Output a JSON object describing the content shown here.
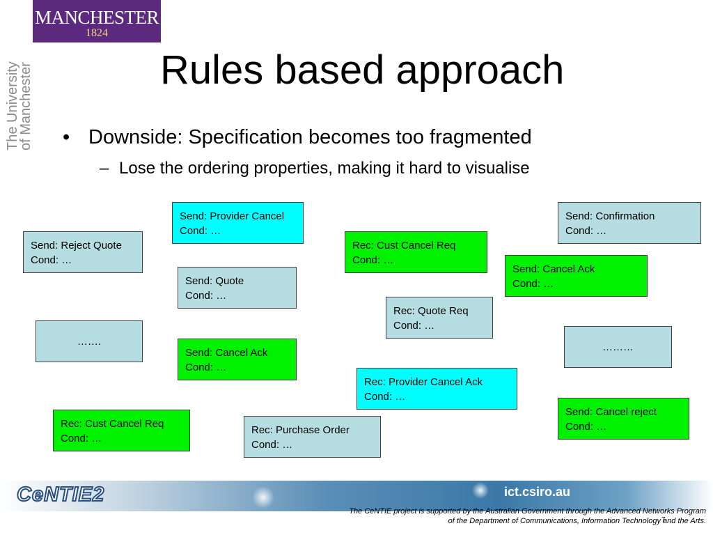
{
  "logo": {
    "name": "MANCHESTER",
    "year": "1824"
  },
  "vertical_text": {
    "line1": "The University",
    "line2": "of Manchester"
  },
  "slide": {
    "title": "Rules based approach",
    "bullet_symbol": "•",
    "bullet1": "Downside: Specification becomes too fragmented",
    "dash_symbol": "–",
    "bullet2": "Lose the ordering properties, making it hard to visualise"
  },
  "boxes": {
    "send_provider_cancel": {
      "line1": "Send: Provider Cancel",
      "line2": "Cond: …"
    },
    "send_confirmation": {
      "line1": "Send: Confirmation",
      "line2": "Cond: …"
    },
    "send_reject_quote": {
      "line1": "Send: Reject Quote",
      "line2": "Cond: …"
    },
    "rec_cust_cancel_req_top": {
      "line1": "Rec: Cust Cancel Req",
      "line2": "Cond: …"
    },
    "send_cancel_ack_right": {
      "line1": "Send: Cancel Ack",
      "line2": "Cond: …"
    },
    "send_quote": {
      "line1": "Send: Quote",
      "line2": "Cond: …"
    },
    "rec_quote_req": {
      "line1": "Rec: Quote Req",
      "line2": "Cond: …"
    },
    "ellipsis_left": {
      "text": "……."
    },
    "ellipsis_right": {
      "text": "………"
    },
    "send_cancel_ack_mid": {
      "line1": "Send: Cancel Ack",
      "line2": "Cond: …"
    },
    "rec_provider_cancel_ack": {
      "line1": "Rec: Provider Cancel Ack",
      "line2": "Cond: …"
    },
    "send_cancel_reject": {
      "line1": "Send: Cancel reject",
      "line2": "Cond: …"
    },
    "rec_cust_cancel_req_bottom": {
      "line1": "Rec: Cust Cancel Req",
      "line2": "Cond: …"
    },
    "rec_purchase_order": {
      "line1": "Rec: Purchase Order",
      "line2": "Cond: …"
    }
  },
  "footer": {
    "brand": "CeNTIE2",
    "domain": "ict.csiro.au",
    "funding_line1": "The CeNTIE project is supported by the Australian Government through the Advanced Networks Program",
    "funding_line2": "of the Department of Communications, Information Technology and the Arts.",
    "page_number": "7"
  },
  "colors": {
    "logo_purple": "#5b2a7e",
    "logo_gold": "#f3d27a",
    "box_light_blue": "#b6dde1",
    "box_green": "#00f200",
    "box_cyan": "#00ffff",
    "footer_blue": "#3a78a8"
  }
}
